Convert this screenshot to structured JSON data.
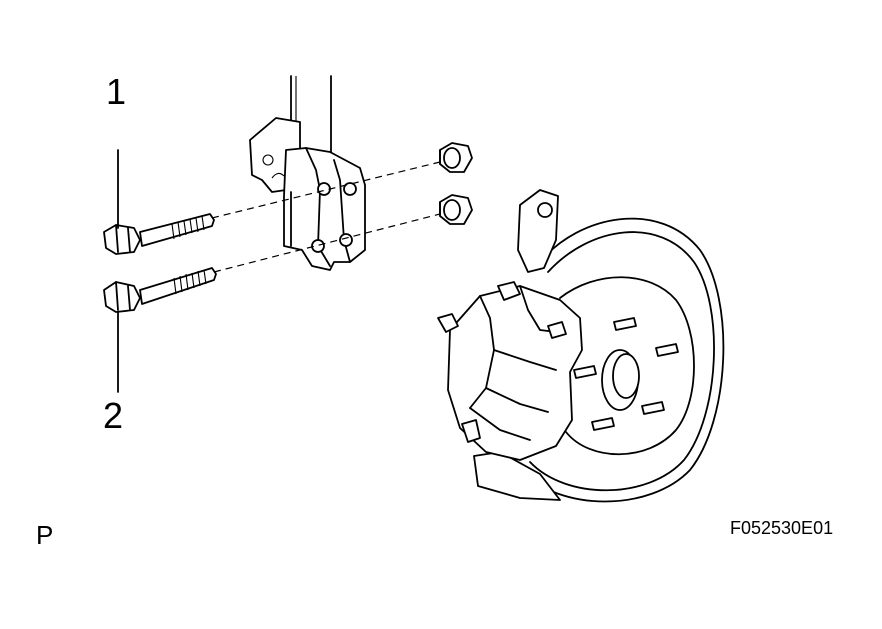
{
  "callouts": {
    "one": "1",
    "two": "2"
  },
  "view_marker": "P",
  "figure_code": "F052530E01",
  "parts": [
    "strut-assembly",
    "bolt",
    "nut",
    "steering-knuckle",
    "brake-disc",
    "brake-caliper",
    "hub-studs"
  ]
}
